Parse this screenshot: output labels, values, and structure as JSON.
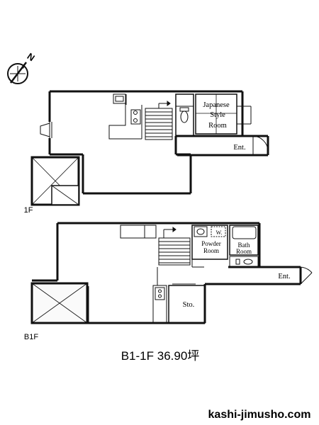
{
  "floors": [
    {
      "label": "1F"
    },
    {
      "label": "B1F"
    }
  ],
  "rooms_1f": {
    "japanese_line1": "Japanese",
    "japanese_line2": "Style",
    "japanese_line3": "Room",
    "entrance": "Ent."
  },
  "rooms_b1f": {
    "powder_line1": "Powder",
    "powder_line2": "Room",
    "bath_line1": "Bath",
    "bath_line2": "Room",
    "washer": "W.",
    "entrance": "Ent.",
    "storage": "Sto."
  },
  "compass": {
    "north": "N"
  },
  "summary": "B1-1F 36.90坪",
  "website": "kashi-jimusho.com",
  "colors": {
    "wall": "#111111",
    "dot": "#f2f2f2"
  }
}
